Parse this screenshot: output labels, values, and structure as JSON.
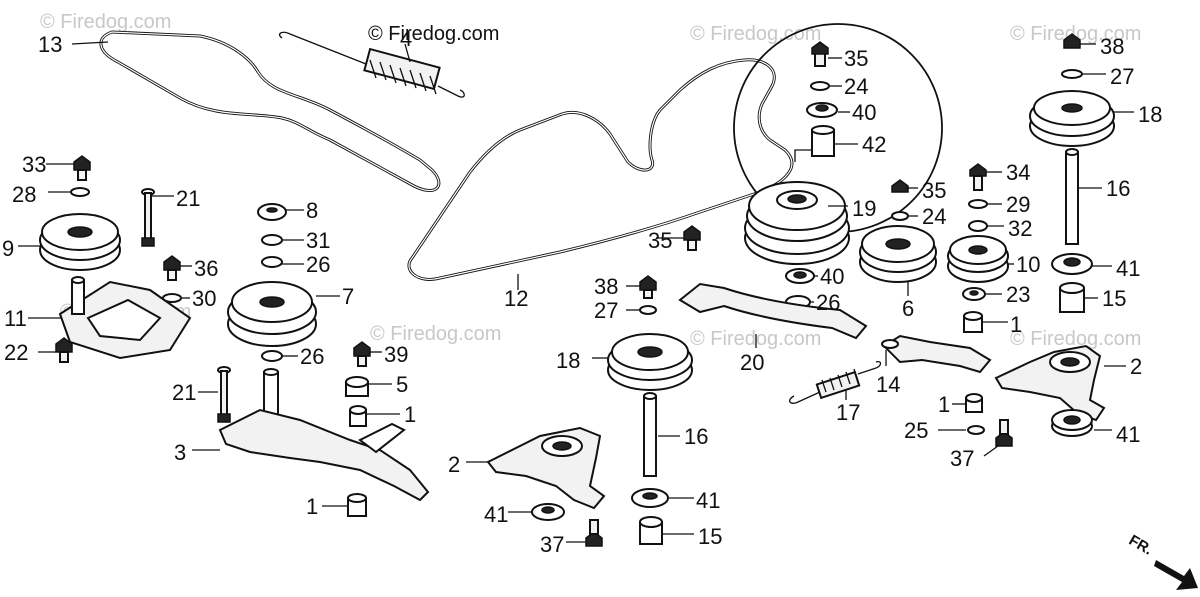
{
  "watermark": {
    "main": "© Firedog.com",
    "faint": "© Firedog.com"
  },
  "direction_label": "FR.",
  "callouts": {
    "c13": "13",
    "c4": "4",
    "c35a": "35",
    "c24a": "24",
    "c40a": "40",
    "c42": "42",
    "c38a": "38",
    "c27a": "27",
    "c18a": "18",
    "c16a": "16",
    "c41a": "41",
    "c15a": "15",
    "c33": "33",
    "c28": "28",
    "c21a": "21",
    "c9": "9",
    "c36": "36",
    "c30": "30",
    "c11": "11",
    "c22": "22",
    "c8": "8",
    "c31": "31",
    "c26a": "26",
    "c7": "7",
    "c26b": "26",
    "c39": "39",
    "c5": "5",
    "c1a": "1",
    "c21b": "21",
    "c3": "3",
    "c1b": "1",
    "c19": "19",
    "c35b": "35",
    "c24b": "24",
    "c35c": "35",
    "c40b": "40",
    "c26c": "26",
    "c6": "6",
    "c34": "34",
    "c29": "29",
    "c32": "32",
    "c10": "10",
    "c23": "23",
    "c1c": "1",
    "c12": "12",
    "c38b": "38",
    "c27b": "27",
    "c18b": "18",
    "c20": "20",
    "c16b": "16",
    "c2a": "2",
    "c41b": "41",
    "c41c": "41",
    "c37a": "37",
    "c15b": "15",
    "c14": "14",
    "c17": "17",
    "c2b": "2",
    "c1d": "1",
    "c25": "25",
    "c37b": "37",
    "c41d": "41"
  }
}
